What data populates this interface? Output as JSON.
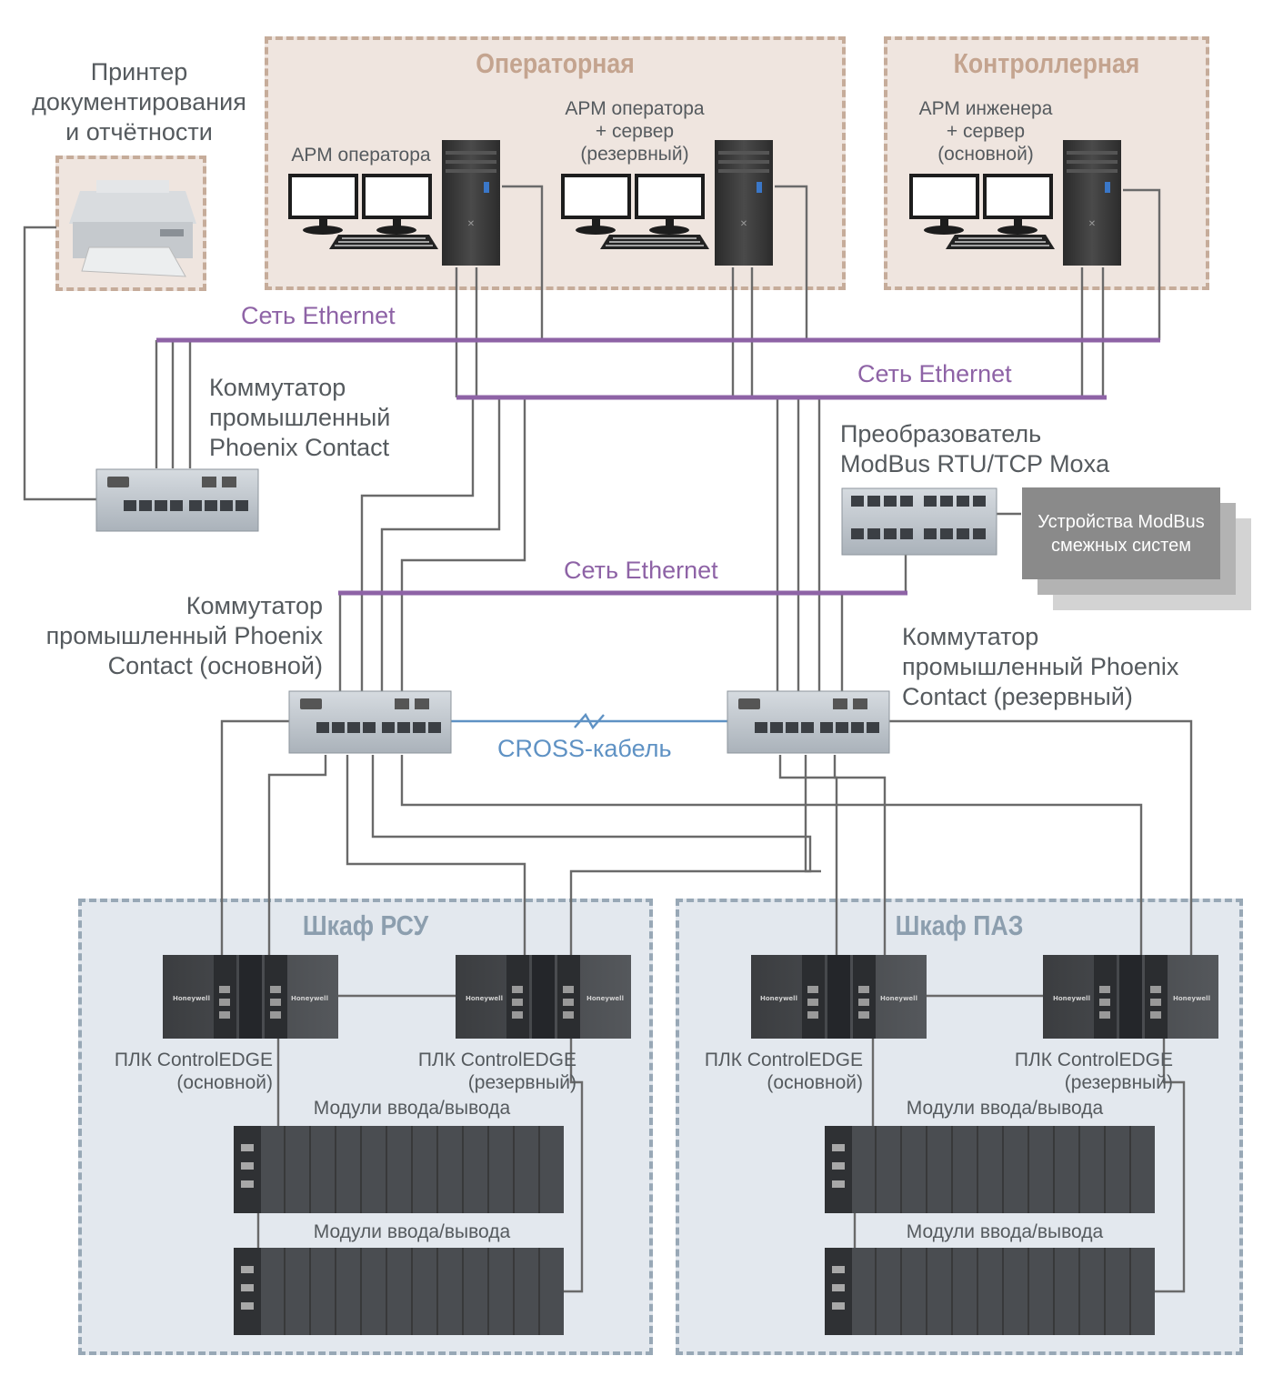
{
  "zones": {
    "operator_room": {
      "title": "Операторная"
    },
    "controller_room": {
      "title": "Контроллерная"
    },
    "dcs_cabinet": {
      "title": "Шкаф РСУ"
    },
    "esd_cabinet": {
      "title": "Шкаф ПАЗ"
    }
  },
  "labels": {
    "printer": "Принтер\nдокументирования\nи отчётности",
    "operator_ws": "АРМ оператора",
    "operator_ws_server": "АРМ оператора\n+ сервер\n(резервный)",
    "engineer_ws_server": "АРМ инженера\n+ сервер\n(основной)",
    "switch_top": "Коммутатор\nпромышленный\nPhoenix Contact",
    "converter": "Преобразователь\nModBus RTU/TCP Moxa",
    "switch_main": "Коммутатор\nпромышленный Phoenix\nContact (основной)",
    "switch_reserve": "Коммутатор\nпромышленный Phoenix\nContact (резервный)",
    "modbus_devices": "Устройства ModBus\nсмежных систем",
    "cross_cable": "CROSS-кабель",
    "plc_dcs_main": "ПЛК ControlEDGE\n(основной)",
    "plc_dcs_reserve": "ПЛК ControlEDGE\n(резервный)",
    "plc_esd_main": "ПЛК ControlEDGE\n(основной)",
    "plc_esd_reserve": "ПЛК ControlEDGE\n(резервный)",
    "io_dcs_1": "Модули ввода/вывода",
    "io_dcs_2": "Модули ввода/вывода",
    "io_esd_1": "Модули ввода/вывода",
    "io_esd_2": "Модули ввода/вывода",
    "plc_brand": "Honeywell"
  },
  "networks": {
    "net1": "Сеть Ethernet",
    "net2": "Сеть Ethernet",
    "net3": "Сеть Ethernet"
  },
  "colors": {
    "ethernet": "#8e63a6",
    "cross": "#5f92c4",
    "wire": "#6a6a6a",
    "warm_zone": "#efe5df",
    "cool_zone": "#e3e8ee"
  },
  "icons": [
    "printer-icon",
    "monitor-icon",
    "keyboard-icon",
    "pc-tower-icon",
    "switch-icon",
    "converter-icon",
    "plc-icon",
    "io-module-icon"
  ]
}
